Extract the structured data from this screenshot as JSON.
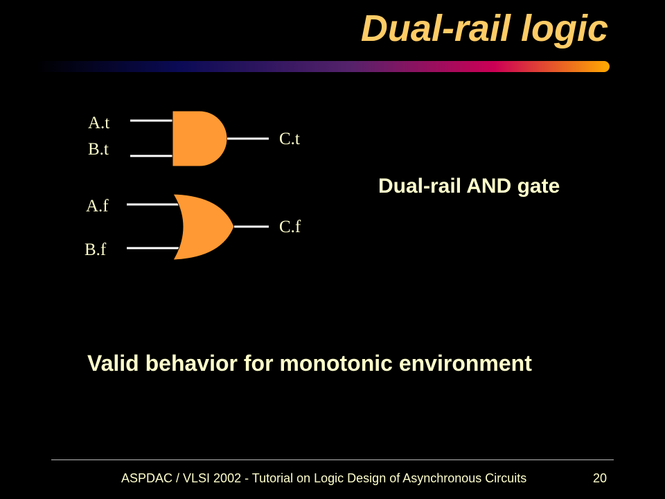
{
  "slide": {
    "title": "Dual-rail logic",
    "gate_caption": "Dual-rail AND gate",
    "statement": "Valid behavior for monotonic environment"
  },
  "signals": {
    "a_true": "A.t",
    "b_true": "B.t",
    "c_true": "C.t",
    "a_false": "A.f",
    "b_false": "B.f",
    "c_false": "C.f"
  },
  "gates": {
    "true_rail": "and-gate",
    "false_rail": "or-gate"
  },
  "footer": {
    "text": "ASPDAC / VLSI 2002 - Tutorial on Logic Design of Asynchronous Circuits",
    "page_number": "20"
  },
  "colors": {
    "background": "#000000",
    "title": "#FFCC66",
    "text": "#FFFFCC",
    "gate_fill": "#FF9933",
    "wire": "#FFFFFF",
    "underline_start": "#000000",
    "underline_mid": "#CC0066",
    "underline_end": "#FFAA00"
  }
}
